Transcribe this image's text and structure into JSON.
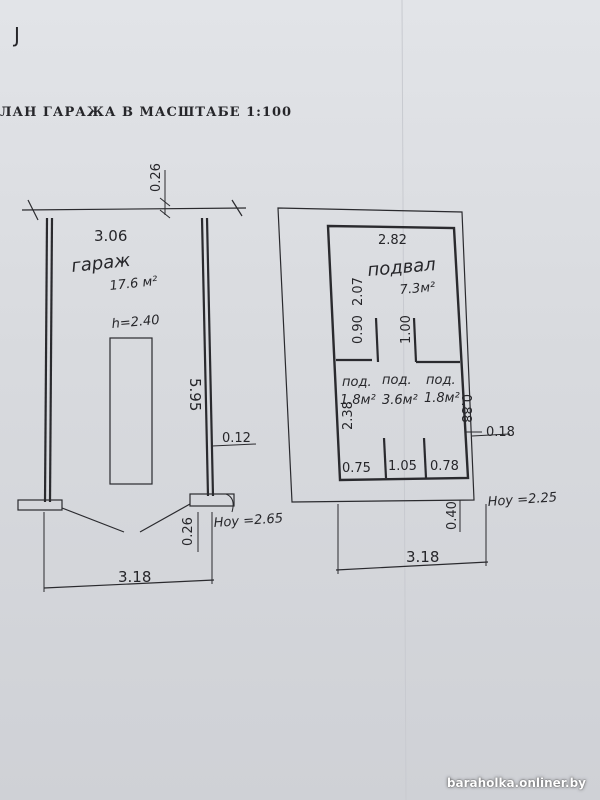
{
  "header": {
    "corner_mark": "J",
    "title": "ЛАН ГАРАЖА В МАСШТАБЕ 1:100"
  },
  "garage": {
    "name": "гараж",
    "area": "17.6 м²",
    "height": "h=2.40",
    "top_width": "3.06",
    "length": "5.95",
    "wall_top": "0.26",
    "wall_right": "0.12",
    "gate_wall": "0.26",
    "level": "Hоу =2.65",
    "bottom_width": "3.18"
  },
  "basement": {
    "name": "подвал",
    "area": "7.3м²",
    "top_width": "2.82",
    "length": "2.07",
    "left_wall": "0.90",
    "right_wall": "1.00",
    "rooms": [
      {
        "name": "под.",
        "area": "1.8м²"
      },
      {
        "name": "под.",
        "area": "3.6м²"
      },
      {
        "name": "под.",
        "area": "1.8м²"
      }
    ],
    "left_depth": "2.38",
    "right_depth": "0.88",
    "wall_right": "0.18",
    "openings": [
      "0.75",
      "1.05",
      "0.78"
    ],
    "wall_bottom": "0.40",
    "level": "Hоу =2.25",
    "bottom_width": "3.18"
  },
  "watermark": "baraholka.onliner.by"
}
